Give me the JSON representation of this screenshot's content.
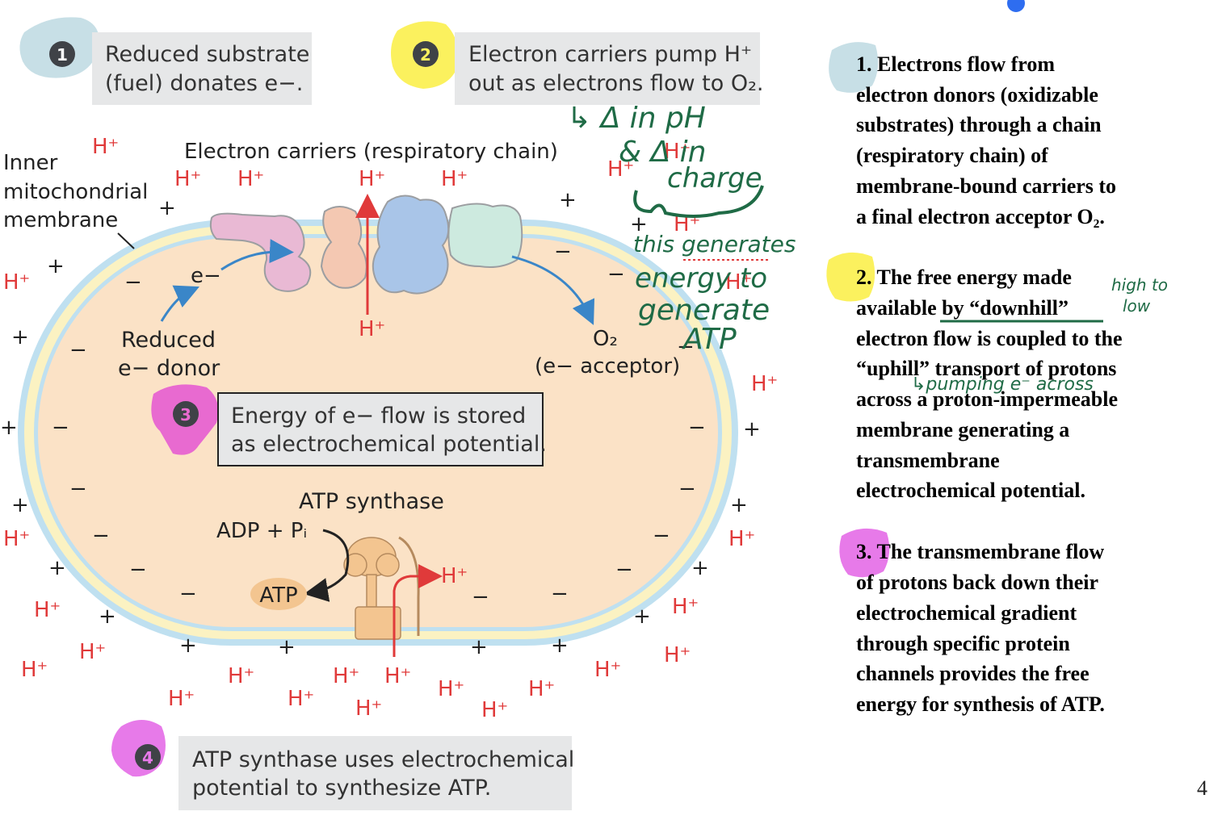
{
  "page_number": "4",
  "colors": {
    "matrix_fill": "#fbe2c6",
    "membrane_outer": "#b9dcef",
    "membrane_middle": "#fbf2c2",
    "proton_red": "#e03a3a",
    "arrow_blue": "#3a86c8",
    "handwriting_green": "#1f6b46",
    "highlight_blue": "#c7dfe6",
    "highlight_yellow": "#fbf15e",
    "highlight_pink": "#e86ad0",
    "highlight_violet": "#e77ae9"
  },
  "callouts": {
    "c1": {
      "number": "1",
      "line1": "Reduced substrate",
      "line2": "(fuel) donates e−."
    },
    "c2": {
      "number": "2",
      "line1": "Electron carriers pump H⁺",
      "line2": "out as electrons flow to O₂."
    },
    "c3": {
      "number": "3",
      "line1": "Energy of e− flow is stored",
      "line2": "as electrochemical potential."
    },
    "c4": {
      "number": "4",
      "line1": "ATP synthase uses electrochemical",
      "line2": "potential to synthesize ATP."
    }
  },
  "labels": {
    "membrane_line1": "Inner",
    "membrane_line2": "mitochondrial",
    "membrane_line3": "membrane",
    "chain_title": "Electron carriers (respiratory chain)",
    "electron": "e−",
    "donor_line1": "Reduced",
    "donor_line2": "e− donor",
    "o2": "O₂",
    "acceptor": "(e− acceptor)",
    "synthase": "ATP synthase",
    "adp": "ADP + Pᵢ",
    "atp": "ATP",
    "proton": "H⁺",
    "plus": "+",
    "minus": "−"
  },
  "handwriting": {
    "line1": "↳ Δ in pH",
    "line2": "& Δ in",
    "line3": "charge",
    "line4": "this generates",
    "line5": "energy to",
    "line6": "generate",
    "line7": "ATP",
    "high_to": "high to",
    "low": "low",
    "pumping": "↳pumping e⁻ across"
  },
  "notes": [
    {
      "lines": [
        "1. Electrons flow from",
        "electron donors (oxidizable",
        "substrates) through a chain",
        "(respiratory chain) of",
        "membrane-bound carriers to",
        "a final electron acceptor O₂."
      ]
    },
    {
      "lines": [
        "2. The free energy made",
        "available by “downhill”",
        "electron flow is coupled to the",
        "“uphill” transport of protons",
        "across a proton-impermeable",
        "membrane generating a",
        "transmembrane",
        "electrochemical potential."
      ]
    },
    {
      "lines": [
        "3. The transmembrane flow",
        "of protons back down their",
        "electrochemical gradient",
        "through specific protein",
        "channels provides the free",
        "energy for synthesis of ATP."
      ]
    }
  ]
}
